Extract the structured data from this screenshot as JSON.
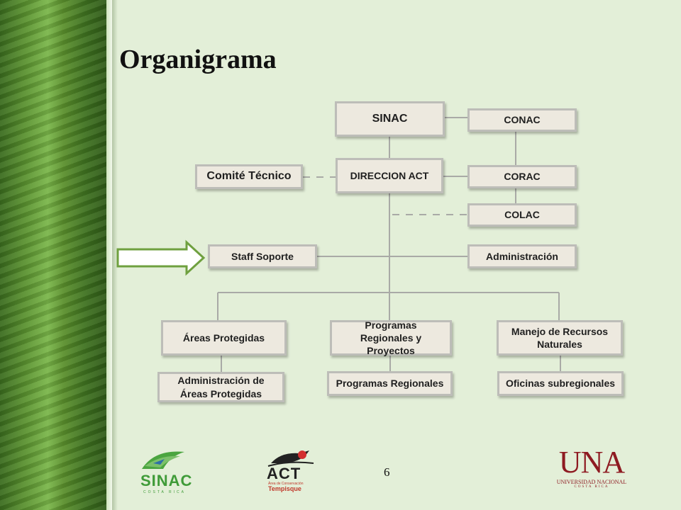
{
  "slide": {
    "title": "Organigrama",
    "page_number": "6"
  },
  "nodes": {
    "sinac": "SINAC",
    "conac": "CONAC",
    "comite_tecnico": "Comité Técnico",
    "direccion_act": "DIRECCION ACT",
    "corac": "CORAC",
    "colac": "COLAC",
    "staff_soporte": "Staff Soporte",
    "administracion": "Administración",
    "areas_protegidas": "Áreas Protegidas",
    "programas_regionales_proyectos": "Programas Regionales y Proyectos",
    "manejo_recursos_naturales": "Manejo de Recursos Naturales",
    "admin_areas_protegidas": "Administración de Áreas Protegidas",
    "programas_regionales": "Programas Regionales",
    "oficinas_subregionales": "Oficinas subregionales"
  },
  "logos": {
    "sinac": {
      "word": "SINAC",
      "sub": "COSTA RICA"
    },
    "act": {
      "word": "ACT",
      "sub1": "Área de Conservación",
      "sub2": "Tempisque"
    },
    "una": {
      "word": "UNA",
      "sub1": "UNIVERSIDAD NACIONAL",
      "sub2": "COSTA RICA"
    }
  },
  "colors": {
    "node_fill": "#ede9df",
    "node_border": "#bdbdb8",
    "connector": "#a9aaa6",
    "arrow": "#6fa03f",
    "una_red": "#8e1b22",
    "sinac_green": "#3f9b38"
  }
}
